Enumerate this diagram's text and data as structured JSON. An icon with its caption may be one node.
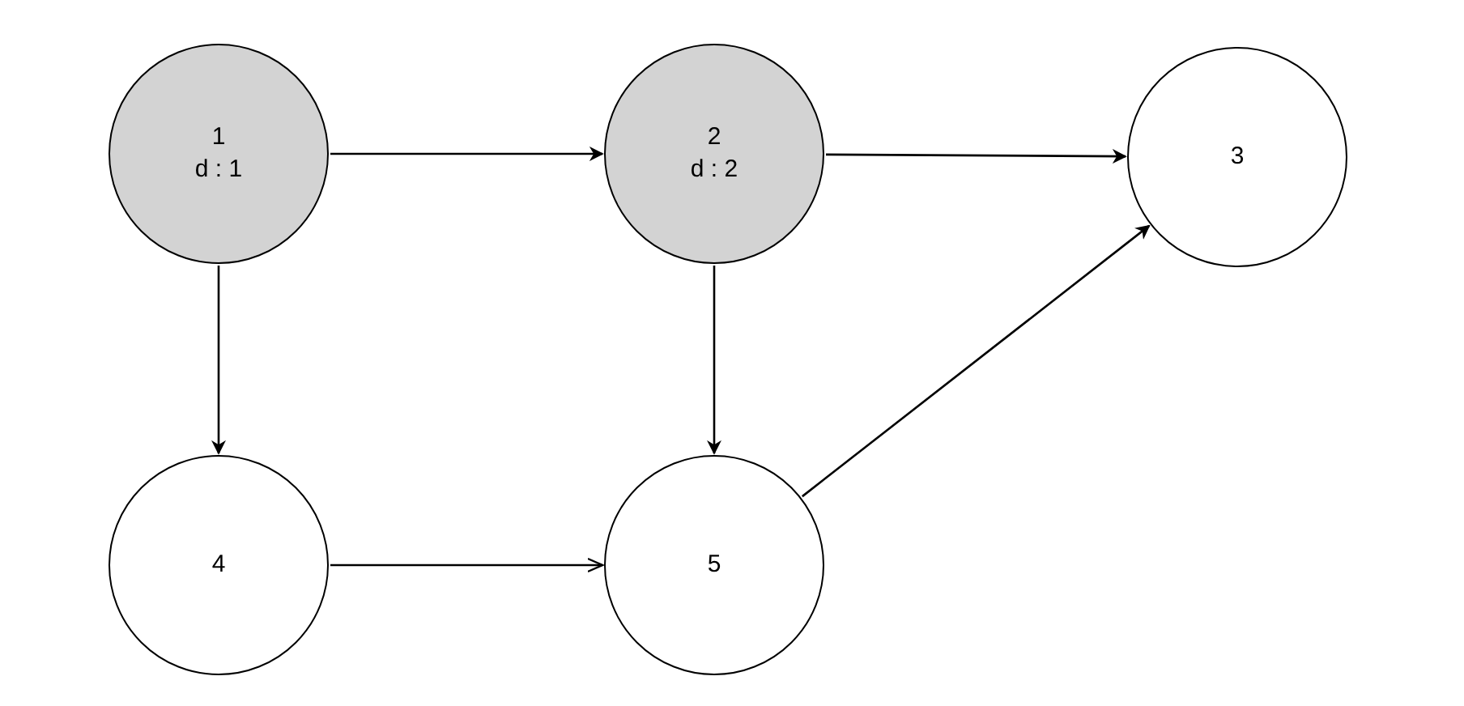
{
  "diagram": {
    "nodes": [
      {
        "text": [
          "1",
          "d : 1"
        ]
      },
      {
        "text": [
          "2",
          "d : 2"
        ]
      },
      {
        "text": [
          "3"
        ]
      },
      {
        "text": [
          "4"
        ]
      },
      {
        "text": [
          "5"
        ]
      }
    ],
    "edges": [
      {
        "from": 0,
        "to": 1,
        "arrow": "to"
      },
      {
        "from": 1,
        "to": 2,
        "arrow": "to"
      },
      {
        "from": 0,
        "to": 3,
        "arrow": "to"
      },
      {
        "from": 3,
        "to": 4,
        "arrow": "to"
      },
      {
        "from": 1,
        "to": 4,
        "arrow": "to"
      },
      {
        "from": 4,
        "to": 2,
        "arrow": "to"
      }
    ]
  }
}
